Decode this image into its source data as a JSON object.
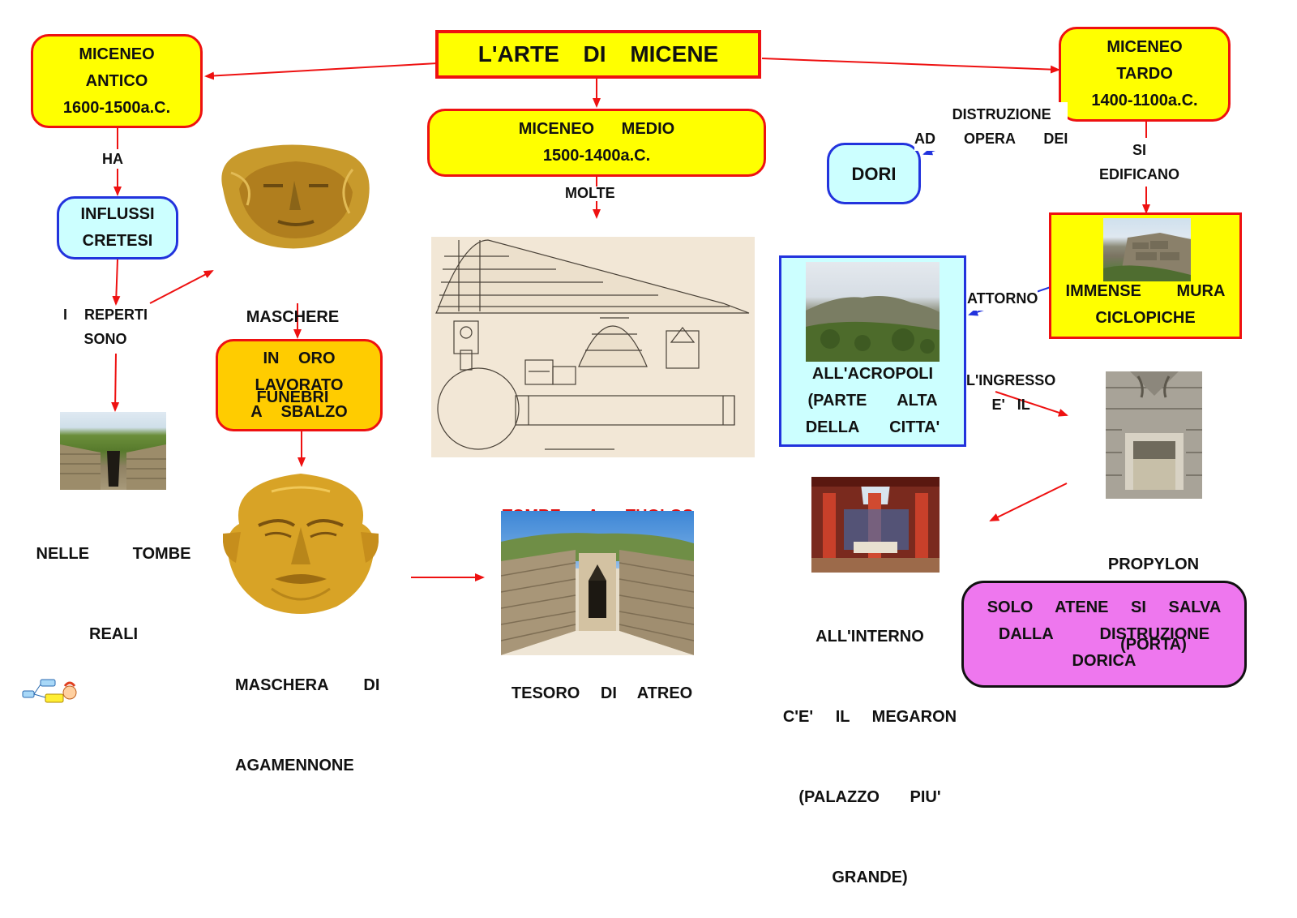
{
  "title": "L'ARTE DI MICENE",
  "nodes": {
    "miceneo_antico": [
      "MICENEO",
      "ANTICO",
      "1600-1500a.C."
    ],
    "miceneo_medio": [
      "MICENEO MEDIO",
      "1500-1400a.C."
    ],
    "miceneo_tardo": [
      "MICENEO",
      "TARDO",
      "1400-1100a.C."
    ],
    "influssi_cretesi": [
      "INFLUSSI",
      "CRETESI"
    ],
    "oro": [
      "IN ORO",
      "LAVORATO",
      "A SBALZO"
    ],
    "dori": "DORI",
    "mura": [
      "IMMENSE MURA",
      "CICLOPICHE"
    ],
    "acropoli": [
      "ALL'ACROPOLI",
      "(PARTE ALTA",
      "DELLA CITTA'"
    ],
    "atene": [
      "SOLO ATENE SI SALVA",
      "DALLA DISTRUZIONE",
      "DORICA"
    ]
  },
  "links": {
    "ha": "HA",
    "reperti": [
      "I REPERTI",
      "SONO"
    ],
    "molte": "MOLTE",
    "distruzione": [
      "DISTRUZIONE",
      "AD OPERA DEI"
    ],
    "edificano": [
      "SI",
      "EDIFICANO"
    ],
    "attorno": "ATTORNO",
    "ingresso": [
      "L'INGRESSO",
      "E' IL"
    ]
  },
  "captions": {
    "maschere": [
      "MASCHERE",
      "FUNEBRI"
    ],
    "tombe_reali": [
      "NELLE TOMBE",
      "REALI"
    ],
    "agamennone": [
      "MASCHERA DI",
      "AGAMENNONE"
    ],
    "tholos": "TOMBE A THOLOS",
    "atreo": "TESORO DI ATREO",
    "propylon": [
      "PROPYLON",
      "(PORTA)"
    ],
    "megaron": [
      "ALL'INTERNO",
      "C'E' IL MEGARON",
      "(PALAZZO PIU'",
      "GRANDE)"
    ]
  },
  "colors": {
    "red": "#ee1111",
    "yellow": "#ffff00",
    "orange": "#ffcc00",
    "cyan": "#ccffff",
    "blue": "#2233dd",
    "pink": "#ee77ee"
  }
}
